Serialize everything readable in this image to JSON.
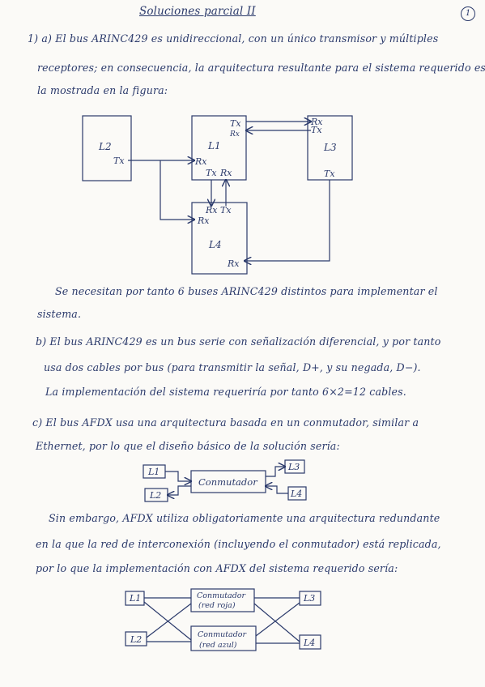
{
  "header": {
    "title": "Soluciones parcial II",
    "page_number": "1"
  },
  "text": {
    "p1a_l1": "1) a) El bus ARINC429 es unidireccional, con un único transmisor y múltiples",
    "p1a_l2": "receptores; en consecuencia, la arquitectura resultante para el sistema requerido es",
    "p1a_l3": "la mostrada en la figura:",
    "p1a_c1": "Se necesitan por tanto 6 buses ARINC429 distintos para implementar el",
    "p1a_c2": "sistema.",
    "p1b_l1": "b) El bus ARINC429 es un bus serie con señalización diferencial, y por tanto",
    "p1b_l2": "usa dos cables por bus (para transmitir la señal, D+, y su negada, D−).",
    "p1b_l3": "La implementación del sistema requeriría por tanto 6×2=12 cables.",
    "p1c_l1": "c) El bus AFDX usa una arquitectura basada en un conmutador, similar a",
    "p1c_l2": "Ethernet, por lo que el diseño básico de la solución sería:",
    "p1c_l3": "Sin embargo, AFDX utiliza obligatoriamente una arquitectura redundante",
    "p1c_l4": "en la que la red de interconexión (incluyendo el conmutador) está replicada,",
    "p1c_l5": "por lo que la implementación con AFDX del sistema requerido sería:"
  },
  "diagram_arinc": {
    "L1": {
      "name": "L1",
      "tx_top": "Tx",
      "rx_top": "Rx",
      "rx_left": "Rx",
      "tx_bottom": "Tx",
      "rx_bottom": "Rx"
    },
    "L2": {
      "name": "L2",
      "tx": "Tx"
    },
    "L3": {
      "name": "L3",
      "rx": "Rx",
      "tx_top": "Tx",
      "tx": "Tx"
    },
    "L4": {
      "name": "L4",
      "rx_top": "Rx",
      "tx_top": "Tx",
      "rx_left": "Rx",
      "rx_bottom": "Rx"
    }
  },
  "diagram_afdx_basic": {
    "L1": "L1",
    "L2": "L2",
    "L3": "L3",
    "L4": "L4",
    "switch": "Conmutador"
  },
  "diagram_afdx_redundant": {
    "L1": "L1",
    "L2": "L2",
    "L3": "L3",
    "L4": "L4",
    "switch_red_l1": "Conmutador",
    "switch_red_l2": "(red roja)",
    "switch_blue_l1": "Conmutador",
    "switch_blue_l2": "(red azul)"
  }
}
